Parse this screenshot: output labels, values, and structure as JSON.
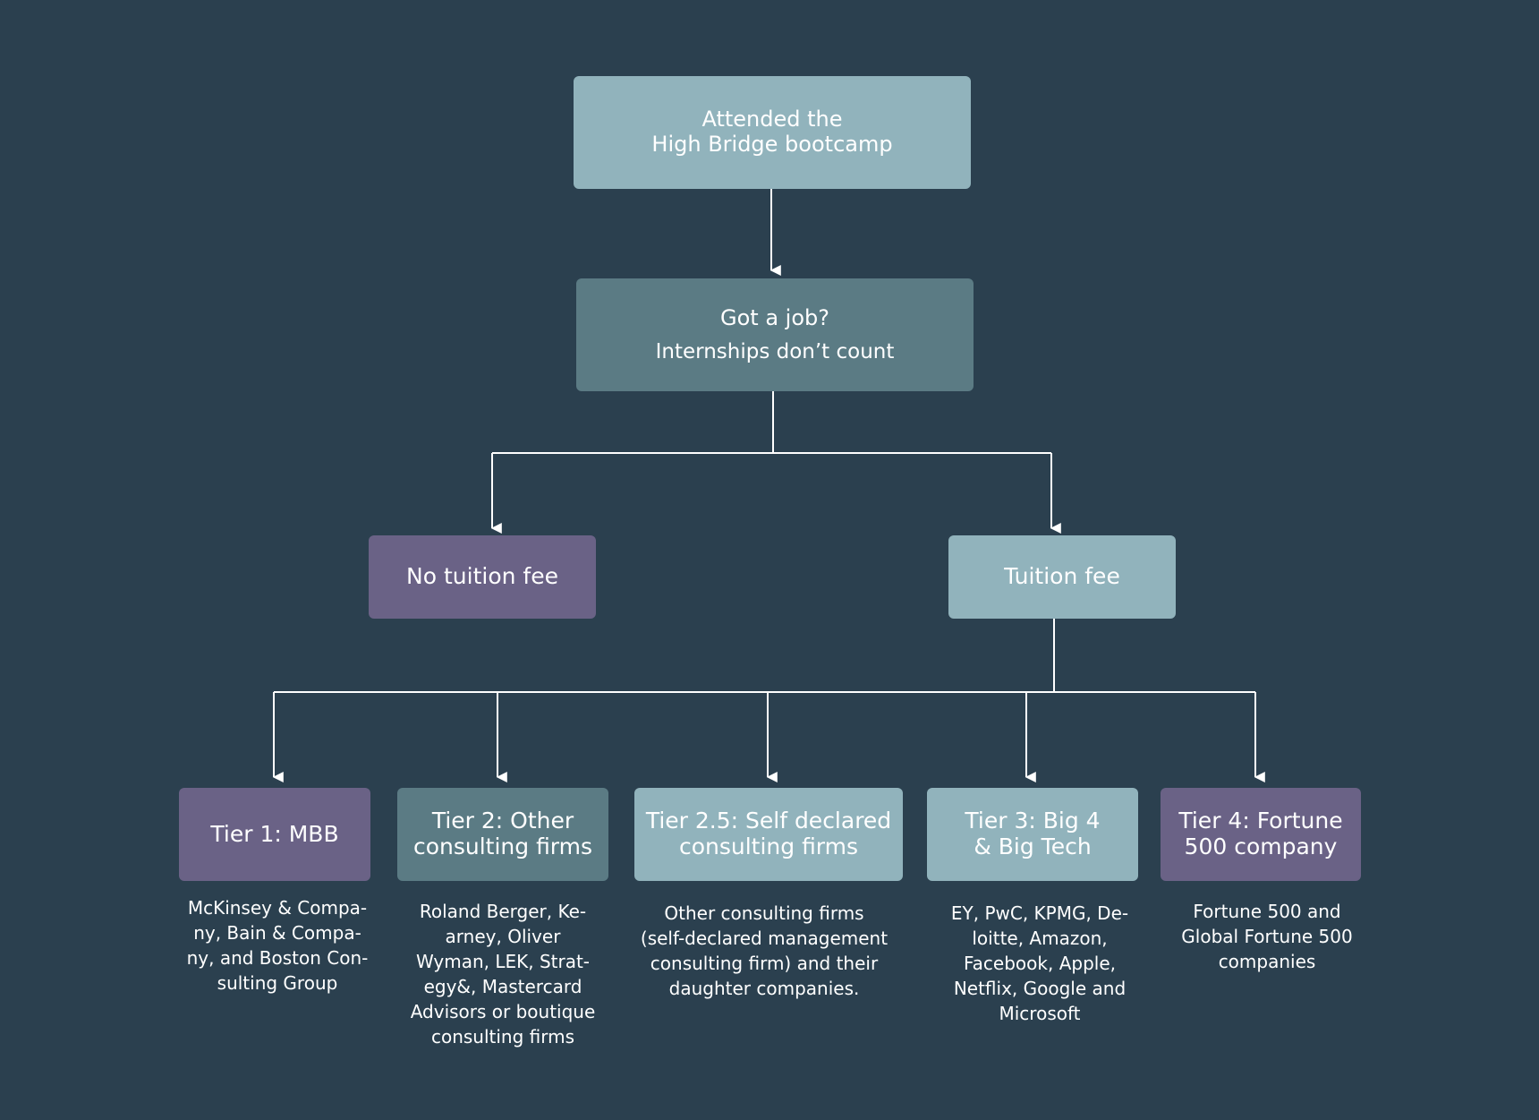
{
  "root": {
    "label": "Attended the\nHigh Bridge bootcamp"
  },
  "question": {
    "title": "Got a job?",
    "subtitle": "Internships don’t count"
  },
  "branches": {
    "left": {
      "label": "No tuition fee"
    },
    "right": {
      "label": "Tuition fee"
    }
  },
  "tiers": [
    {
      "label": "Tier 1: MBB",
      "description": "McKinsey & Compa-\nny, Bain & Compa-\nny, and Boston Con-\nsulting Group"
    },
    {
      "label": "Tier 2: Other\nconsulting firms",
      "description": "Roland Berger, Ke-\narney, Oliver\nWyman, LEK,  Strat-\negy&, Mastercard\nAdvisors or boutique\nconsulting firms"
    },
    {
      "label": "Tier 2.5: Self declared\nconsulting firms",
      "description": "Other consulting firms\n(self-declared management\nconsulting firm) and their\ndaughter companies."
    },
    {
      "label": "Tier 3: Big 4\n& Big Tech",
      "description": "EY, PwC, KPMG, De-\nloitte, Amazon,\nFacebook, Apple,\nNetflix, Google and\nMicrosoft"
    },
    {
      "label": "Tier 4: Fortune\n500 company",
      "description": "Fortune 500 and\nGlobal Fortune 500\ncompanies"
    }
  ],
  "colors": {
    "background": "#2b404f",
    "light_teal": "#91b3bc",
    "dark_teal": "#5b7b84",
    "purple": "#6a6286",
    "connector": "#ffffff"
  }
}
